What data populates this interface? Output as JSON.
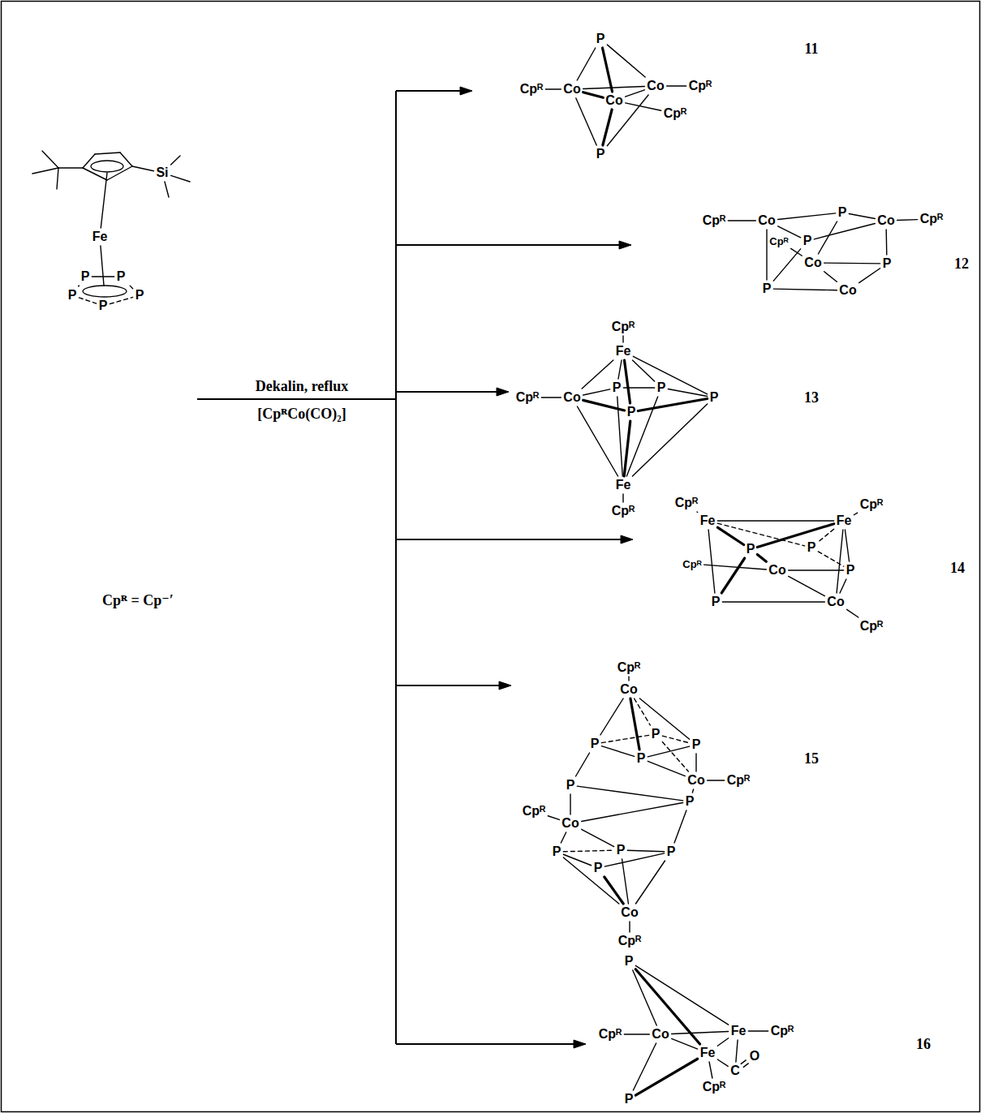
{
  "diagram": {
    "labels": [
      "Si",
      "Fe",
      "P",
      "P",
      "P",
      "P",
      "P",
      "Dekalin, reflux",
      "[CpᴿCo(CO)₂]",
      "Cpᴿ = Cp⁻′",
      "P",
      "Cpᴿ",
      "Co",
      "Co",
      "Cpᴿ",
      "Co",
      "Cpᴿ",
      "P",
      "11",
      "Cpᴿ",
      "Co",
      "P",
      "Co",
      "Cpᴿ",
      "Cpᴿ",
      "P",
      "Co",
      "P",
      "P",
      "Co",
      "12",
      "Cpᴿ",
      "Fe",
      "Cpᴿ",
      "Co",
      "P",
      "P",
      "P",
      "P",
      "Fe",
      "Cpᴿ",
      "13",
      "Cpᴿ",
      "Fe",
      "P",
      "Fe",
      "Cpᴿ",
      "P",
      "Cpᴿ",
      "Co",
      "P",
      "P",
      "Co",
      "Cpᴿ",
      "14",
      "Cpᴿ",
      "Co",
      "P",
      "P",
      "P",
      "P",
      "Co",
      "Cpᴿ",
      "P",
      "P",
      "Cpᴿ",
      "Co",
      "P",
      "P",
      "P",
      "P",
      "Co",
      "Cpᴿ",
      "15",
      "P",
      "Cpᴿ",
      "Co",
      "Fe",
      "Cpᴿ",
      "Fe",
      "C",
      "O",
      "Cpᴿ",
      "P",
      "16"
    ]
  }
}
